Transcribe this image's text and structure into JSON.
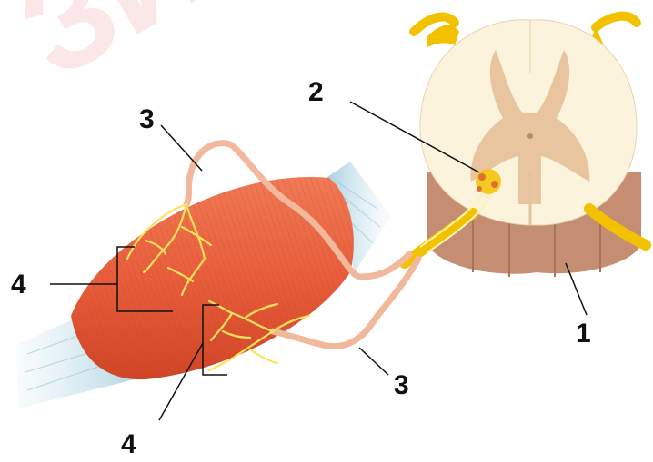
{
  "watermark": {
    "text": "ЗИ"
  },
  "labels": {
    "spinal_cord": "1",
    "motor_neuron": "2",
    "axon_upper": "3",
    "axon_lower": "3",
    "endings_left": "4",
    "endings_bottom": "4"
  },
  "colors": {
    "muscle": "#e85d3b",
    "muscle_dark": "#d84a2b",
    "tendon": "#a8cfe0",
    "nerve": "#f2c200",
    "nerve_light": "#ffe25a",
    "axon": "#f2b89c",
    "cord_outer": "#c58e73",
    "cord_white": "#fcf3dc",
    "cord_grey": "#e8c59e"
  }
}
